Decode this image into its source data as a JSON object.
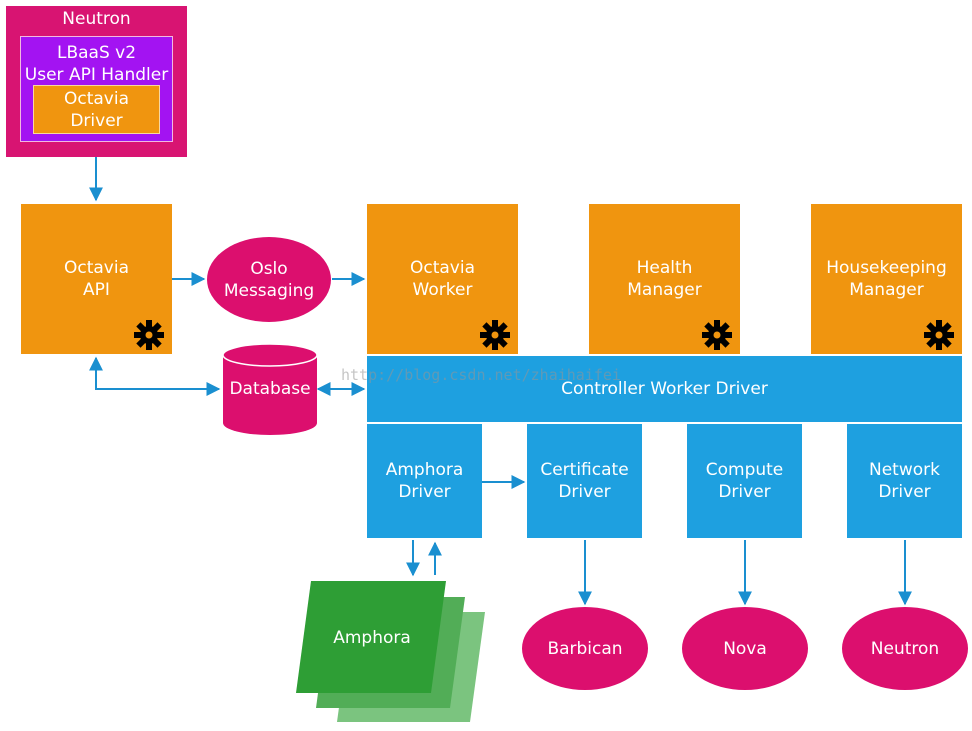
{
  "neutron_panel": {
    "title": "Neutron",
    "handler": {
      "line1": "LBaaS v2",
      "line2": "User API Handler"
    },
    "driver": {
      "line1": "Octavia",
      "line2": "Driver"
    }
  },
  "octavia_api": {
    "line1": "Octavia",
    "line2": "API"
  },
  "oslo": {
    "line1": "Oslo",
    "line2": "Messaging"
  },
  "database": {
    "label": "Database"
  },
  "octavia_worker": {
    "line1": "Octavia",
    "line2": "Worker"
  },
  "health_manager": {
    "line1": "Health",
    "line2": "Manager"
  },
  "housekeeping_manager": {
    "line1": "Housekeeping",
    "line2": "Manager"
  },
  "controller_worker_driver": {
    "label": "Controller Worker Driver"
  },
  "watermark": "http://blog.csdn.net/zhaihaifei",
  "drivers": {
    "amphora": {
      "line1": "Amphora",
      "line2": "Driver"
    },
    "certificate": {
      "line1": "Certificate",
      "line2": "Driver"
    },
    "compute": {
      "line1": "Compute",
      "line2": "Driver"
    },
    "network": {
      "line1": "Network",
      "line2": "Driver"
    }
  },
  "amphora": {
    "label": "Amphora"
  },
  "services": {
    "barbican": "Barbican",
    "nova": "Nova",
    "neutron": "Neutron"
  },
  "colors": {
    "orange": "#f0950f",
    "blue": "#1ea0e0",
    "pink": "#d81472",
    "purple": "#a313f2",
    "green": "#2e9e35",
    "arrow": "#1a8fd0"
  },
  "icons": [
    "gear-icon"
  ]
}
